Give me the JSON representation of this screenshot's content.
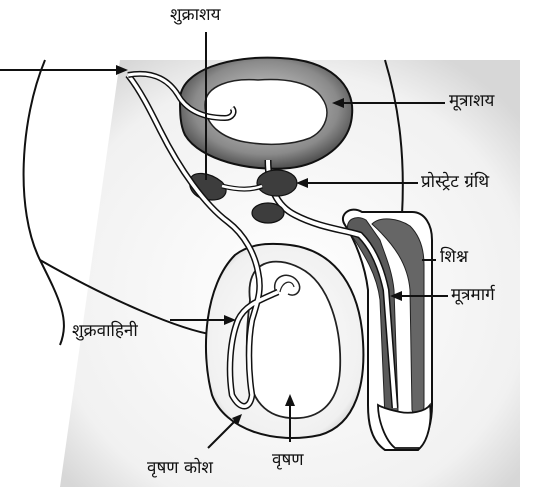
{
  "labels": {
    "seminal_vesicle": "शुक्राशय",
    "urinary_bladder": "मूत्राशय",
    "prostate_gland": "प्रोस्ट्रेट ग्रंथि",
    "penis": "शिश्न",
    "urethra": "मूत्रमार्ग",
    "vas_deferens": "शुक्रवाहिनी",
    "scrotum": "वृषण कोश",
    "testis": "वृषण"
  }
}
